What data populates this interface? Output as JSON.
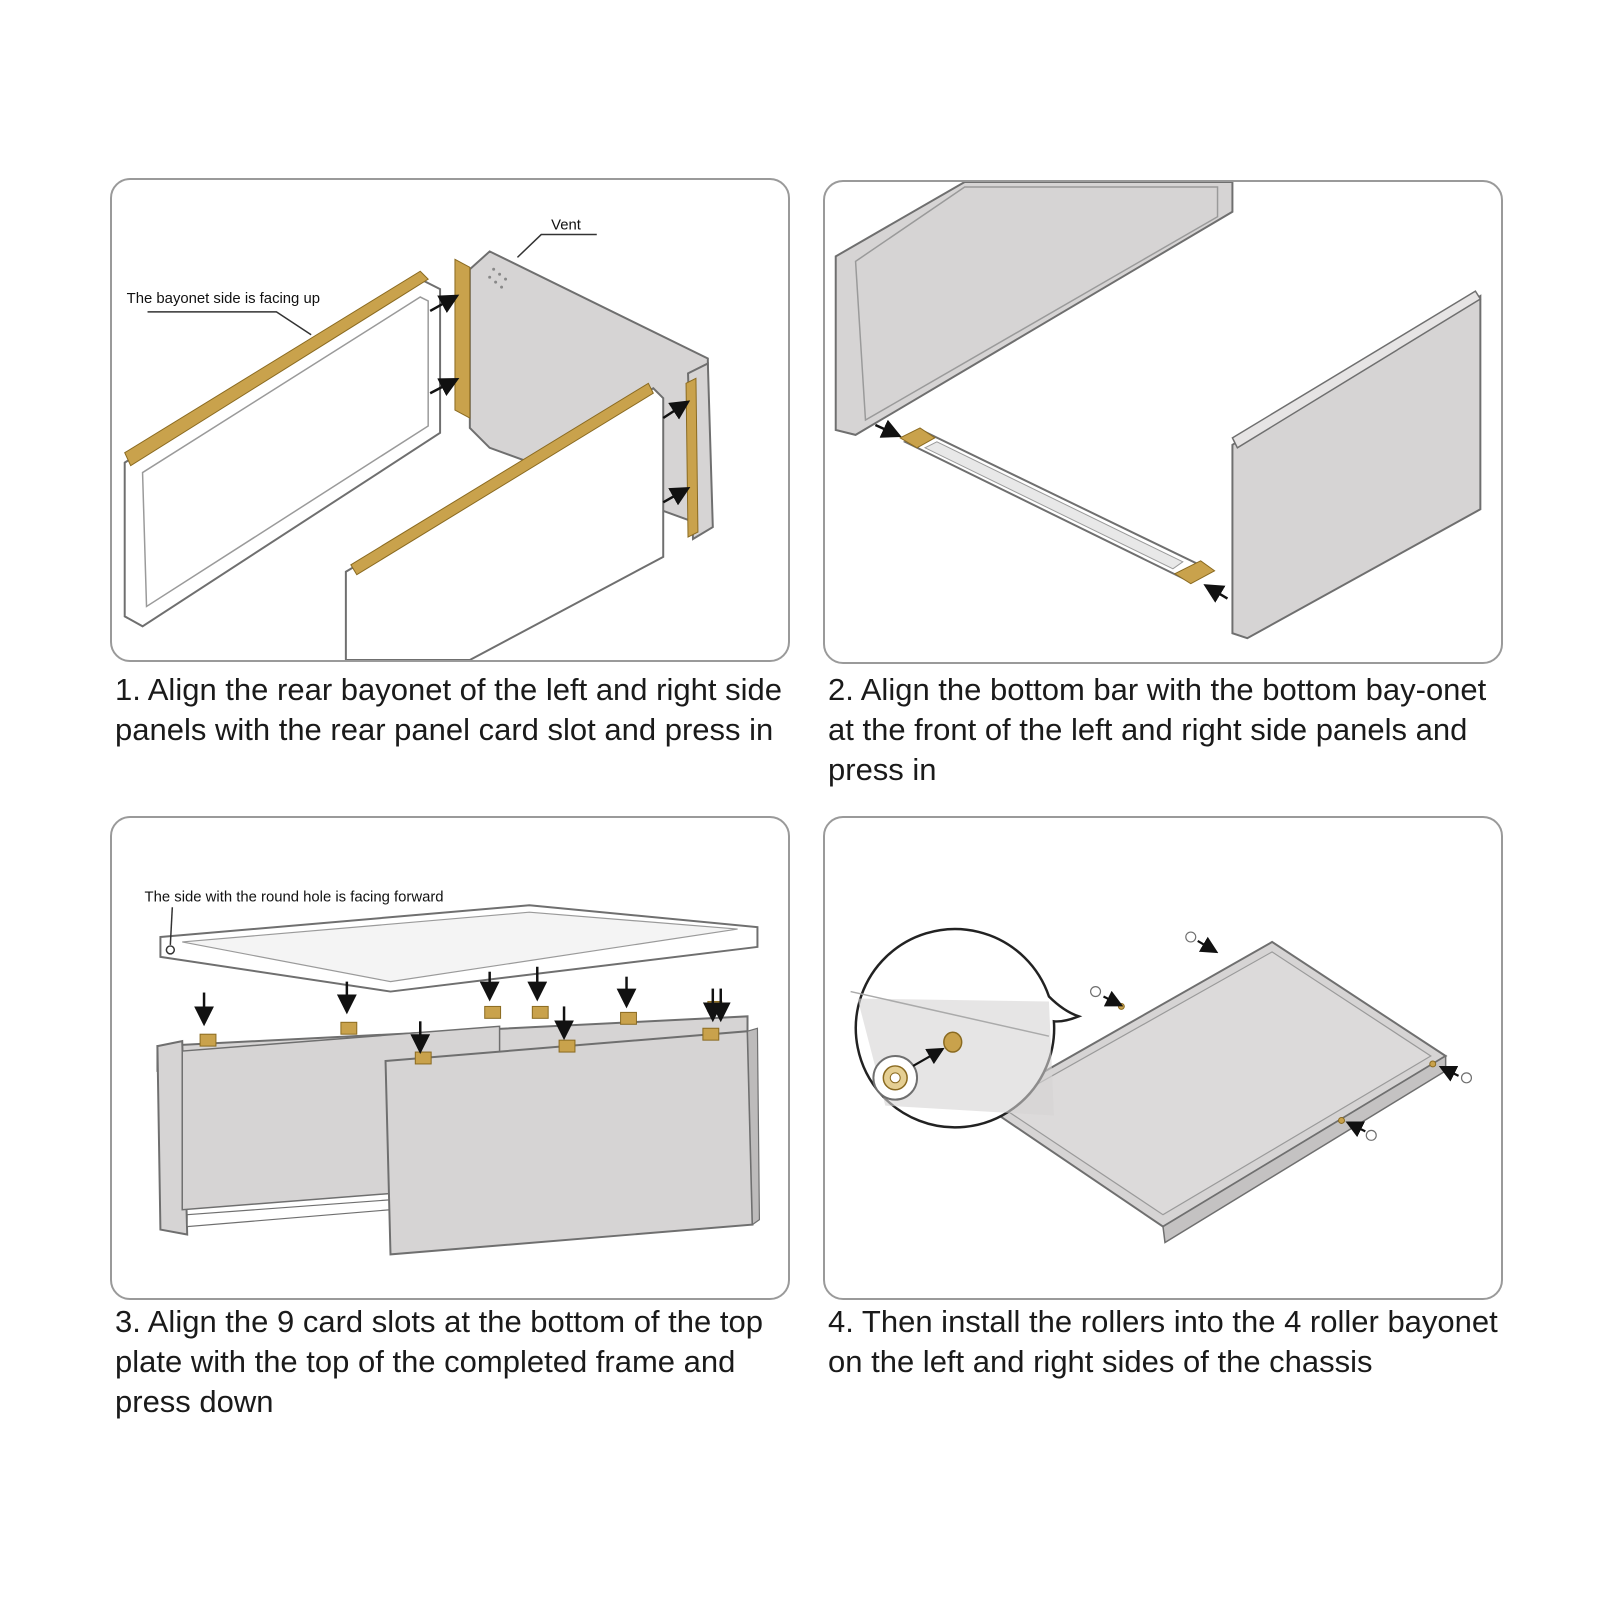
{
  "colors": {
    "panel_border": "#9a9a9a",
    "panel_fill": "#d6d4d4",
    "outline": "#6f6f6f",
    "bayonet_gold": "#c9a24c",
    "text": "#1a1a1a"
  },
  "steps": [
    {
      "caption": "1. Align the rear bayonet of the left and right side panels with the rear panel card slot and press in",
      "callouts": [
        "Vent",
        "The bayonet side is facing up"
      ]
    },
    {
      "caption": "2. Align the bottom bar with the bottom bay-onet at the front of the left and right side panels and press in",
      "callouts": []
    },
    {
      "caption": "3. Align the 9 card slots at the bottom of the top plate with the top of the completed frame and press down",
      "callouts": [
        "The side with the round hole is facing forward"
      ]
    },
    {
      "caption": "4. Then install the rollers into the 4 roller bayonet on the left and right sides of the chassis",
      "callouts": []
    }
  ]
}
